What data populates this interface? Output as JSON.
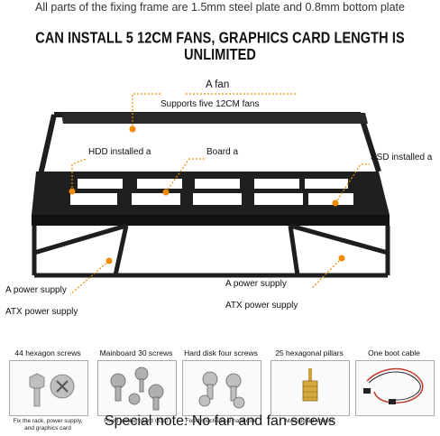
{
  "header": {
    "material_note": "All parts of the fixing frame are 1.5mm steel plate and 0.8mm bottom plate",
    "headline": "CAN INSTALL 5 12CM FANS, GRAPHICS CARD LENGTH IS UNLIMITED"
  },
  "callouts": {
    "fan_title": "A fan",
    "fan_sub": "Supports five 12CM fans",
    "hdd": "HDD installed a",
    "board": "Board a",
    "ssd": "SSD installed a",
    "psu_left_1": "A power supply",
    "psu_left_2": "ATX power supply",
    "psu_right_1": "A power supply",
    "psu_right_2": "ATX power supply"
  },
  "accessories": [
    {
      "title": "44 hexagon screws",
      "caption": "Fix the rack, power supply, and graphics card"
    },
    {
      "title": "Mainboard 30 screws",
      "caption": "Fixed motherboard \\SSD"
    },
    {
      "title": "Hard disk four screws",
      "caption": "Fixed mechanical hard disk"
    },
    {
      "title": "25 hexagonal pillars",
      "caption": "Main board spacer"
    },
    {
      "title": "One boot cable",
      "caption": ""
    }
  ],
  "footer_note": "Special note: No fan and fan screws",
  "colors": {
    "accent": "#f08a00",
    "frame": "#1e1e1e"
  }
}
